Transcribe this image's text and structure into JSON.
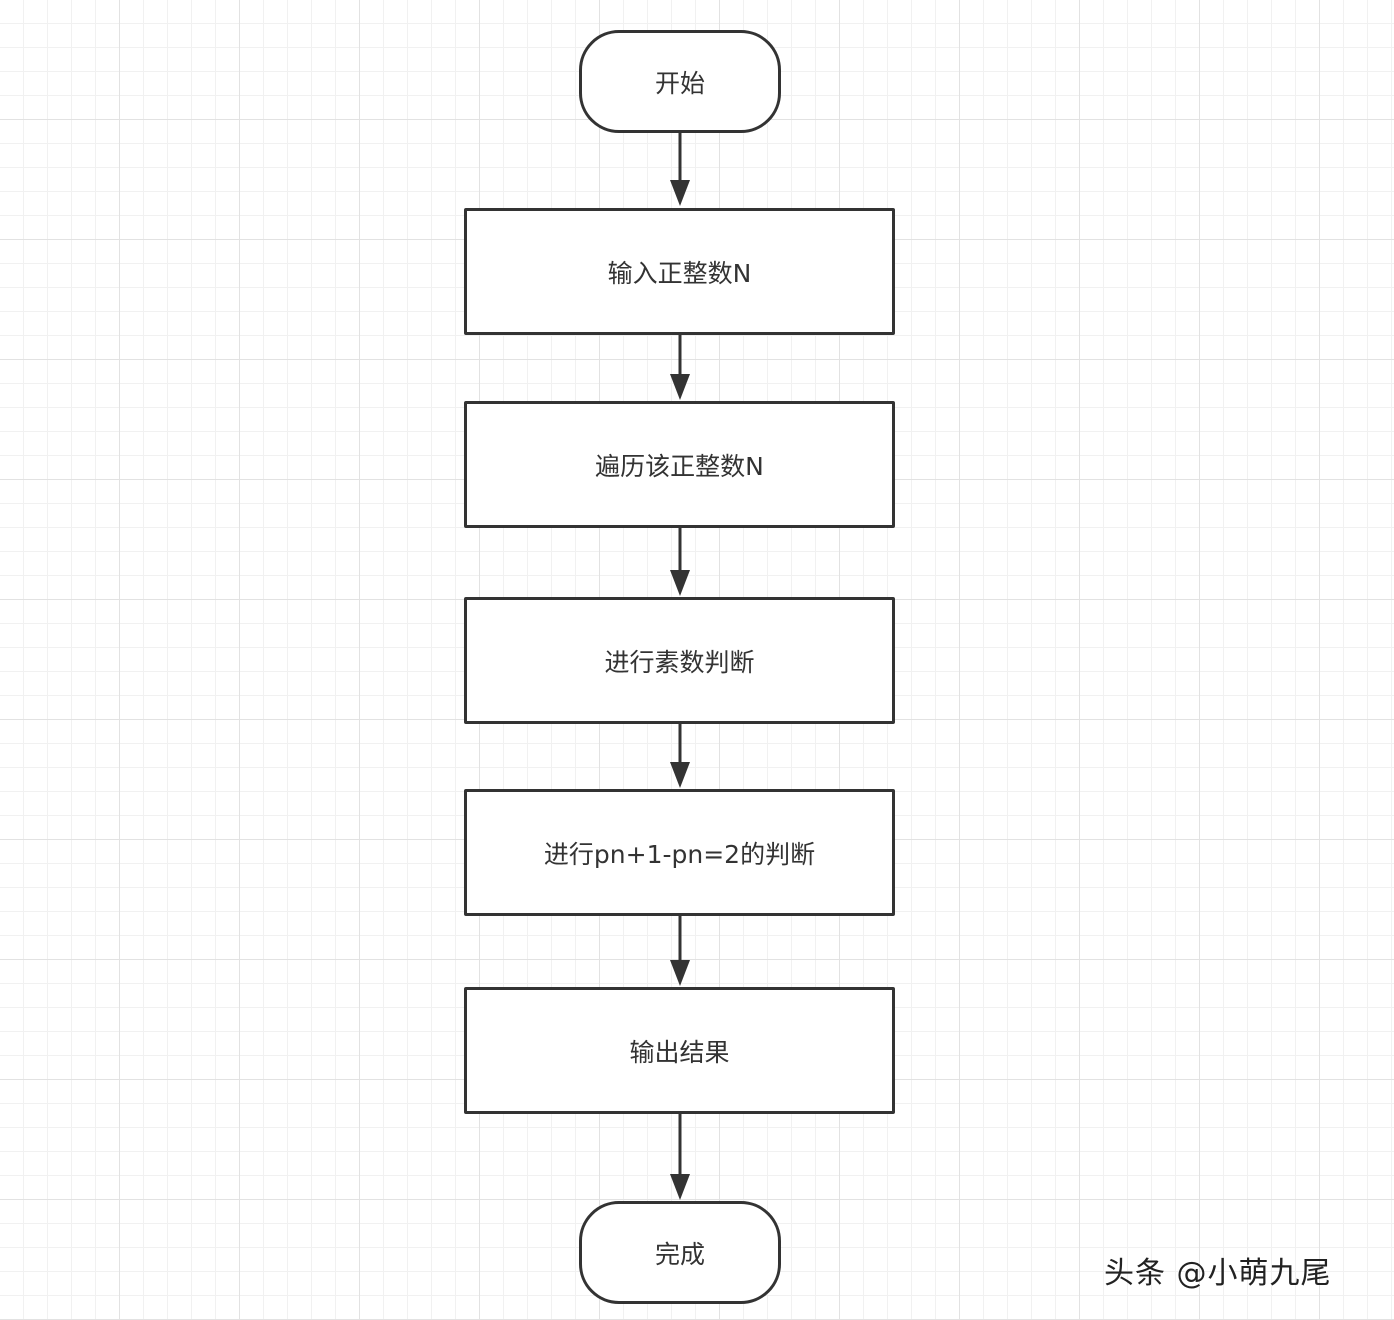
{
  "flowchart": {
    "nodes": [
      {
        "id": "start",
        "shape": "terminal",
        "label": "开始"
      },
      {
        "id": "input",
        "shape": "process",
        "label": "输入正整数N"
      },
      {
        "id": "traverse",
        "shape": "process",
        "label": "遍历该正整数N"
      },
      {
        "id": "prime_check",
        "shape": "process",
        "label": "进行素数判断"
      },
      {
        "id": "gap_check",
        "shape": "process",
        "label": "进行pn+1-pn=2的判断"
      },
      {
        "id": "output",
        "shape": "process",
        "label": "输出结果"
      },
      {
        "id": "end",
        "shape": "terminal",
        "label": "完成"
      }
    ],
    "edges": [
      {
        "from": "start",
        "to": "input"
      },
      {
        "from": "input",
        "to": "traverse"
      },
      {
        "from": "traverse",
        "to": "prime_check"
      },
      {
        "from": "prime_check",
        "to": "gap_check"
      },
      {
        "from": "gap_check",
        "to": "output"
      },
      {
        "from": "output",
        "to": "end"
      }
    ],
    "colors": {
      "stroke": "#333333",
      "fill": "#ffffff",
      "grid": "#e2e2e2"
    }
  },
  "watermark": "头条 @小萌九尾"
}
